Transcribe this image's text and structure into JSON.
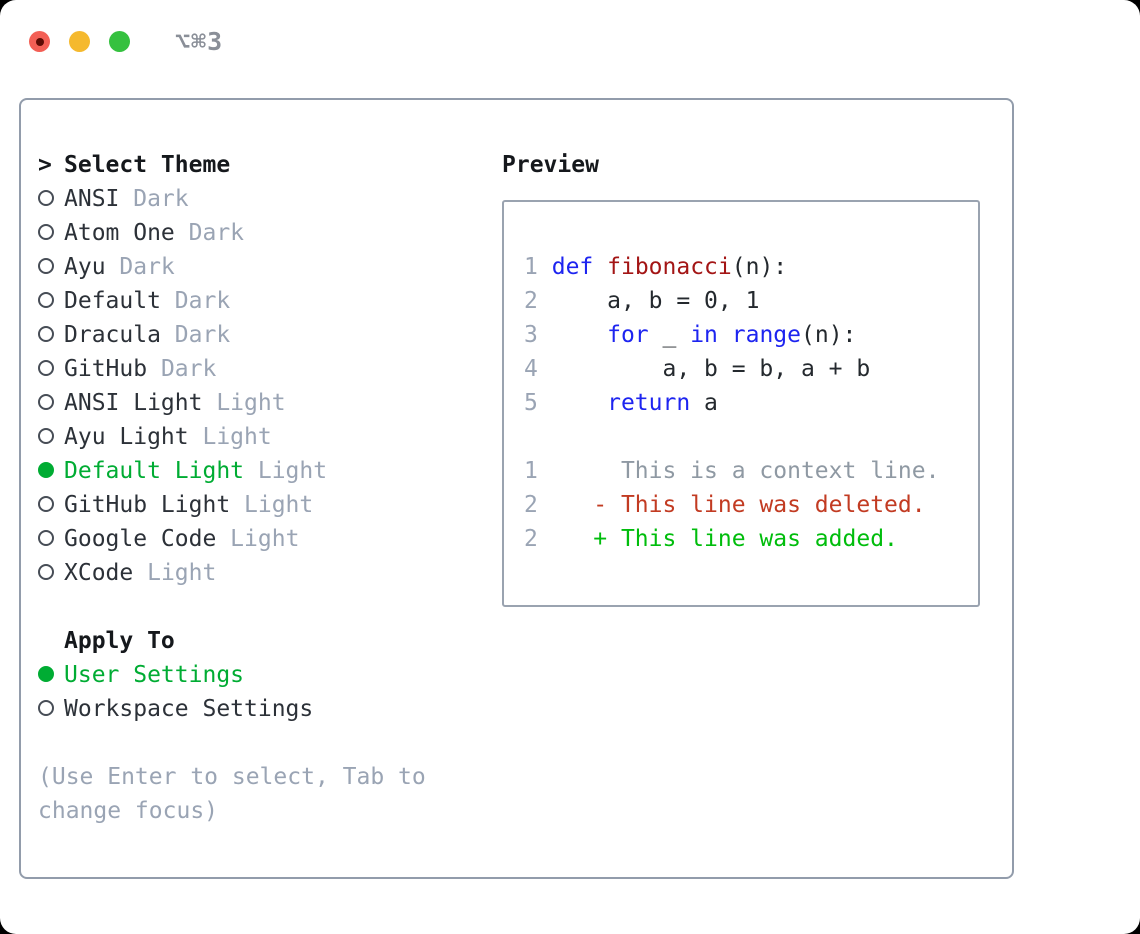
{
  "window": {
    "title": "⌥⌘3"
  },
  "theme_selector": {
    "cursor": ">",
    "header": "Select Theme",
    "items": [
      {
        "name": "ANSI",
        "variant": "Dark",
        "selected": false
      },
      {
        "name": "Atom One",
        "variant": "Dark",
        "selected": false
      },
      {
        "name": "Ayu",
        "variant": "Dark",
        "selected": false
      },
      {
        "name": "Default",
        "variant": "Dark",
        "selected": false
      },
      {
        "name": "Dracula",
        "variant": "Dark",
        "selected": false
      },
      {
        "name": "GitHub",
        "variant": "Dark",
        "selected": false
      },
      {
        "name": "ANSI Light",
        "variant": "Light",
        "selected": false
      },
      {
        "name": "Ayu Light",
        "variant": "Light",
        "selected": false
      },
      {
        "name": "Default Light",
        "variant": "Light",
        "selected": true
      },
      {
        "name": "GitHub Light",
        "variant": "Light",
        "selected": false
      },
      {
        "name": "Google Code",
        "variant": "Light",
        "selected": false
      },
      {
        "name": "XCode",
        "variant": "Light",
        "selected": false
      }
    ]
  },
  "apply_to": {
    "header": "Apply To",
    "options": [
      {
        "label": "User Settings",
        "selected": true
      },
      {
        "label": "Workspace Settings",
        "selected": false
      }
    ]
  },
  "help_text": "(Use Enter to select, Tab to change focus)",
  "preview": {
    "header": "Preview",
    "code_lines": [
      {
        "num": "1",
        "segments": [
          {
            "text": "def",
            "type": "keyword"
          },
          {
            "text": " ",
            "type": "plain"
          },
          {
            "text": "fibonacci",
            "type": "function"
          },
          {
            "text": "(n):",
            "type": "plain"
          }
        ]
      },
      {
        "num": "2",
        "segments": [
          {
            "text": "    a, b = 0, 1",
            "type": "plain"
          }
        ]
      },
      {
        "num": "3",
        "segments": [
          {
            "text": "    ",
            "type": "plain"
          },
          {
            "text": "for",
            "type": "keyword"
          },
          {
            "text": " _ ",
            "type": "plain"
          },
          {
            "text": "in",
            "type": "keyword"
          },
          {
            "text": " ",
            "type": "plain"
          },
          {
            "text": "range",
            "type": "keyword"
          },
          {
            "text": "(n):",
            "type": "plain"
          }
        ]
      },
      {
        "num": "4",
        "segments": [
          {
            "text": "        a, b = b, a + b",
            "type": "plain"
          }
        ]
      },
      {
        "num": "5",
        "segments": [
          {
            "text": "    ",
            "type": "plain"
          },
          {
            "text": "return",
            "type": "keyword"
          },
          {
            "text": " a",
            "type": "plain"
          }
        ]
      }
    ],
    "diff_lines": [
      {
        "num": "1",
        "marker": " ",
        "text": "This is a context line.",
        "type": "context"
      },
      {
        "num": "2",
        "marker": "-",
        "text": "This line was deleted.",
        "type": "deleted"
      },
      {
        "num": "2",
        "marker": "+",
        "text": "This line was added.",
        "type": "added"
      }
    ]
  },
  "colors": {
    "selection_green": "#00ac33",
    "keyword_blue": "#1d24f0",
    "function_dark_red": "#a31515",
    "diff_deleted_red": "#c23b22",
    "diff_added_green": "#00bd0c",
    "muted_gray": "#9aa4b4",
    "traffic_red": "#f35f55",
    "traffic_yellow": "#f5b92e",
    "traffic_green": "#35c13f"
  }
}
